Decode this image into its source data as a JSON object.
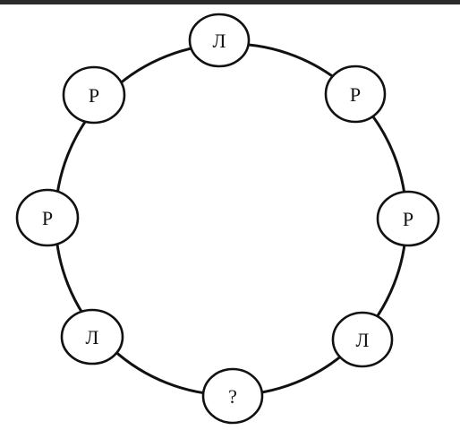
{
  "diagram": {
    "nodes": [
      {
        "id": "top",
        "label": "Л"
      },
      {
        "id": "upper-right",
        "label": "Р"
      },
      {
        "id": "right",
        "label": "Р"
      },
      {
        "id": "lower-right",
        "label": "Л"
      },
      {
        "id": "bottom",
        "label": "?"
      },
      {
        "id": "lower-left",
        "label": "Л"
      },
      {
        "id": "left",
        "label": "Р"
      },
      {
        "id": "upper-left",
        "label": "Р"
      }
    ]
  }
}
